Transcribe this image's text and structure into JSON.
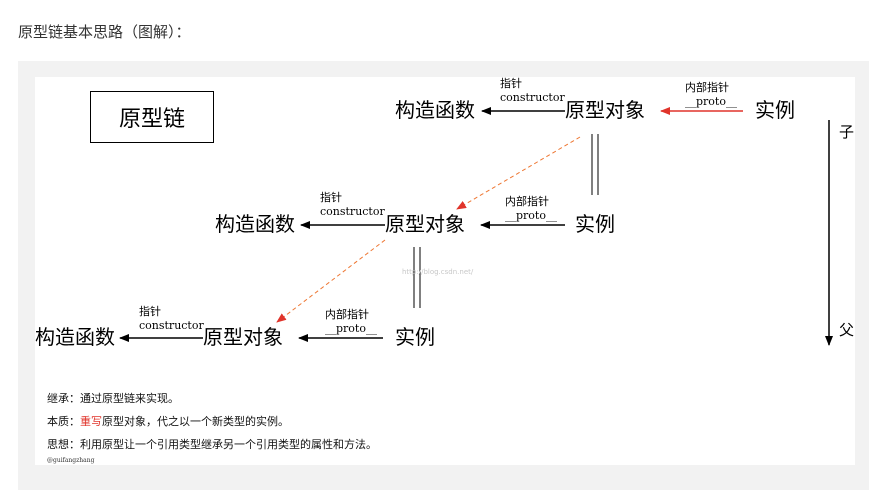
{
  "heading": "原型链基本思路（图解）：",
  "diagram": {
    "title": "原型链",
    "rows": [
      {
        "constructor_label": "构造函数",
        "prototype_label": "原型对象",
        "instance_label": "实例",
        "pointer_label_1": "指针",
        "pointer_label_2": "constructor",
        "internal_label_1": "内部指针",
        "internal_label_2": "__proto__"
      },
      {
        "constructor_label": "构造函数",
        "prototype_label": "原型对象",
        "instance_label": "实例",
        "pointer_label_1": "指针",
        "pointer_label_2": "constructor",
        "internal_label_1": "内部指针",
        "internal_label_2": "__proto__"
      },
      {
        "constructor_label": "构造函数",
        "prototype_label": "原型对象",
        "instance_label": "实例",
        "pointer_label_1": "指针",
        "pointer_label_2": "constructor",
        "internal_label_1": "内部指针",
        "internal_label_2": "__proto__"
      }
    ],
    "axis_top": "子",
    "axis_bottom": "父",
    "watermark": "http://blog.csdn.net/",
    "notes": {
      "inherit": "继承：通过原型链来实现。",
      "essence_prefix": "本质：",
      "essence_highlight": "重写",
      "essence_suffix": "原型对象，代之以一个新类型的实例。",
      "idea": "思想：利用原型让一个引用类型继承另一个引用类型的属性和方法。"
    },
    "credit": "@guifangzhang",
    "colors": {
      "accent_red": "#e0342b",
      "dashed_orange": "#ee7733",
      "frame": "#f2f2f2"
    }
  }
}
